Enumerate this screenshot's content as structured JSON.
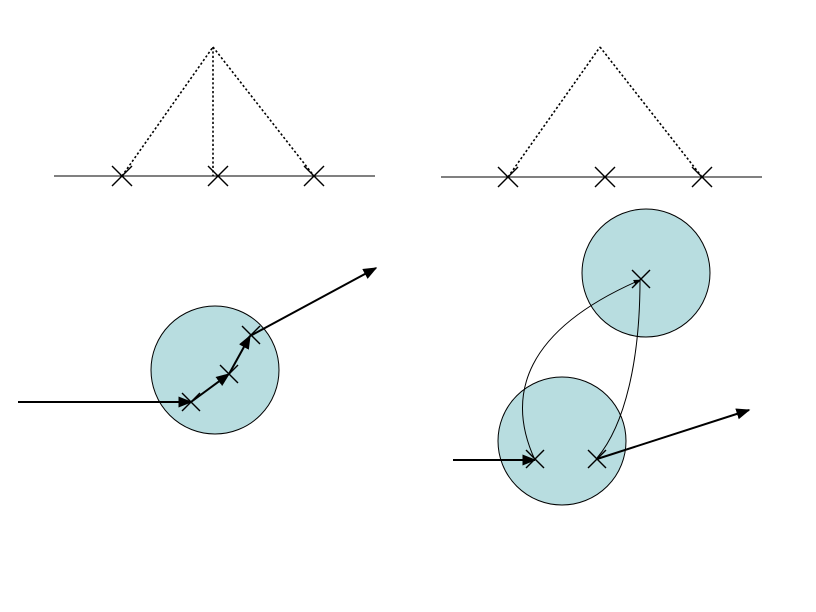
{
  "colors": {
    "background": "#ffffff",
    "ink": "#000000",
    "circle_fill": "#b8dde0"
  },
  "panels": [
    {
      "id": "top-left",
      "label": "",
      "description": ""
    },
    {
      "id": "top-right",
      "label": "",
      "description": ""
    },
    {
      "id": "bottom-left",
      "label": "",
      "description": ""
    },
    {
      "id": "bottom-right",
      "label": "",
      "description": ""
    }
  ]
}
